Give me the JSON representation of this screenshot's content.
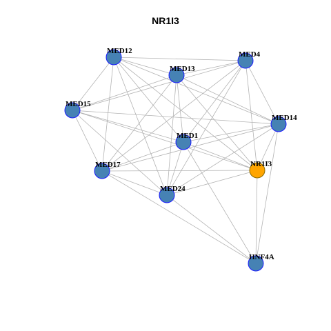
{
  "title": "NR1I3",
  "colors": {
    "node_fill": "#4682B4",
    "node_stroke": "#1a1aff",
    "highlight_fill": "#FFA500",
    "highlight_stroke": "#8a6a00",
    "edge": "#b3b3b3",
    "label": "#000000"
  },
  "nodes": [
    {
      "id": "MED12",
      "label": "MED12",
      "highlight": false
    },
    {
      "id": "MED4",
      "label": "MED4",
      "highlight": false
    },
    {
      "id": "MED13",
      "label": "MED13",
      "highlight": false
    },
    {
      "id": "MED15",
      "label": "MED15",
      "highlight": false
    },
    {
      "id": "MED14",
      "label": "MED14",
      "highlight": false
    },
    {
      "id": "MED1",
      "label": "MED1",
      "highlight": false
    },
    {
      "id": "NR1I3",
      "label": "NR1I3",
      "highlight": true
    },
    {
      "id": "MED17",
      "label": "MED17",
      "highlight": false
    },
    {
      "id": "MED24",
      "label": "MED24",
      "highlight": false
    },
    {
      "id": "HNF4A",
      "label": "HNF4A",
      "highlight": false
    }
  ],
  "edges": [
    [
      "MED12",
      "MED4"
    ],
    [
      "MED12",
      "MED13"
    ],
    [
      "MED12",
      "MED15"
    ],
    [
      "MED12",
      "MED14"
    ],
    [
      "MED12",
      "MED1"
    ],
    [
      "MED12",
      "NR1I3"
    ],
    [
      "MED12",
      "MED17"
    ],
    [
      "MED12",
      "MED24"
    ],
    [
      "MED4",
      "MED13"
    ],
    [
      "MED4",
      "MED15"
    ],
    [
      "MED4",
      "MED14"
    ],
    [
      "MED4",
      "MED1"
    ],
    [
      "MED4",
      "NR1I3"
    ],
    [
      "MED4",
      "MED17"
    ],
    [
      "MED4",
      "MED24"
    ],
    [
      "MED13",
      "MED15"
    ],
    [
      "MED13",
      "MED14"
    ],
    [
      "MED13",
      "MED1"
    ],
    [
      "MED13",
      "NR1I3"
    ],
    [
      "MED13",
      "MED17"
    ],
    [
      "MED13",
      "MED24"
    ],
    [
      "MED15",
      "MED14"
    ],
    [
      "MED15",
      "MED1"
    ],
    [
      "MED15",
      "NR1I3"
    ],
    [
      "MED15",
      "MED17"
    ],
    [
      "MED15",
      "MED24"
    ],
    [
      "MED14",
      "MED1"
    ],
    [
      "MED14",
      "NR1I3"
    ],
    [
      "MED14",
      "MED17"
    ],
    [
      "MED14",
      "MED24"
    ],
    [
      "MED14",
      "HNF4A"
    ],
    [
      "MED1",
      "NR1I3"
    ],
    [
      "MED1",
      "MED17"
    ],
    [
      "MED1",
      "MED24"
    ],
    [
      "MED1",
      "HNF4A"
    ],
    [
      "NR1I3",
      "MED17"
    ],
    [
      "NR1I3",
      "MED24"
    ],
    [
      "NR1I3",
      "HNF4A"
    ],
    [
      "MED17",
      "MED24"
    ],
    [
      "MED17",
      "HNF4A"
    ],
    [
      "MED24",
      "HNF4A"
    ]
  ]
}
